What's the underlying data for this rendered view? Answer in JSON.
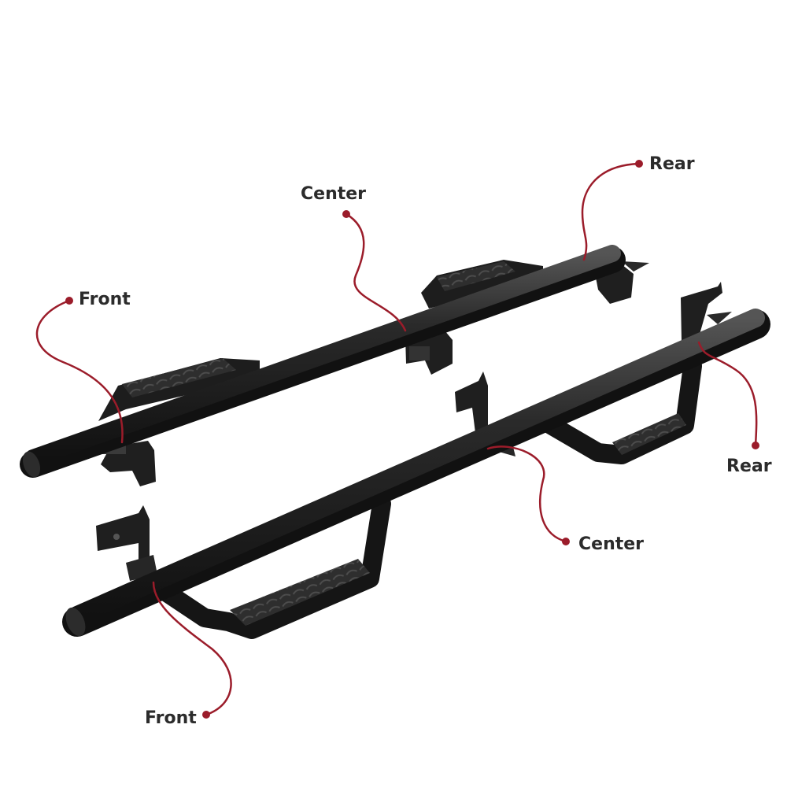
{
  "colors": {
    "callout": "#9b1c2a",
    "bar": "#1e1e1e",
    "bar_highlight": "#4a4a4a",
    "label_text": "#2b2b2b",
    "background": "#ffffff"
  },
  "labels": {
    "upper_bar": {
      "front": "Front",
      "center": "Center",
      "rear": "Rear"
    },
    "lower_bar": {
      "front": "Front",
      "center": "Center",
      "rear": "Rear"
    }
  }
}
